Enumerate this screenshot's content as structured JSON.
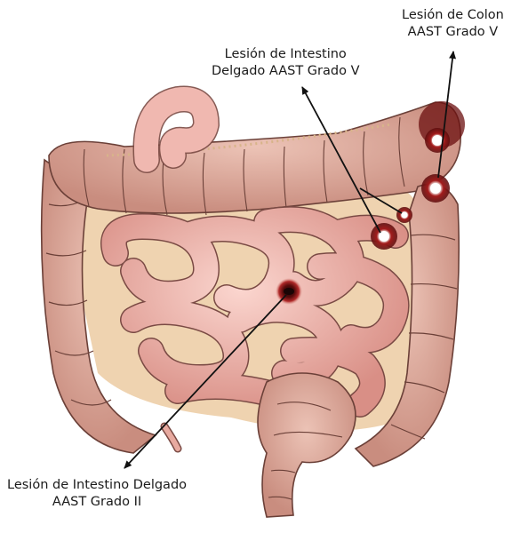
{
  "labels": {
    "colon_injury": {
      "line1": "Lesión de Colon",
      "line2": "AAST Grado V"
    },
    "small_bowel_grade_v": {
      "line1": "Lesión de Intestino",
      "line2": "Delgado AAST Grado V"
    },
    "small_bowel_grade_ii": {
      "line1": "Lesión de Intestino Delgado",
      "line2": "AAST Grado II"
    }
  },
  "colors": {
    "colon_fill": "#d9a89b",
    "colon_stroke": "#6b4038",
    "small_bowel_fill": "#f0b8b0",
    "small_bowel_stroke": "#7a4a44",
    "mesentery": "#e8c9a0",
    "injury_dark": "#5a0c0c",
    "injury_red": "#9a1a1a",
    "arrow": "#111111"
  }
}
